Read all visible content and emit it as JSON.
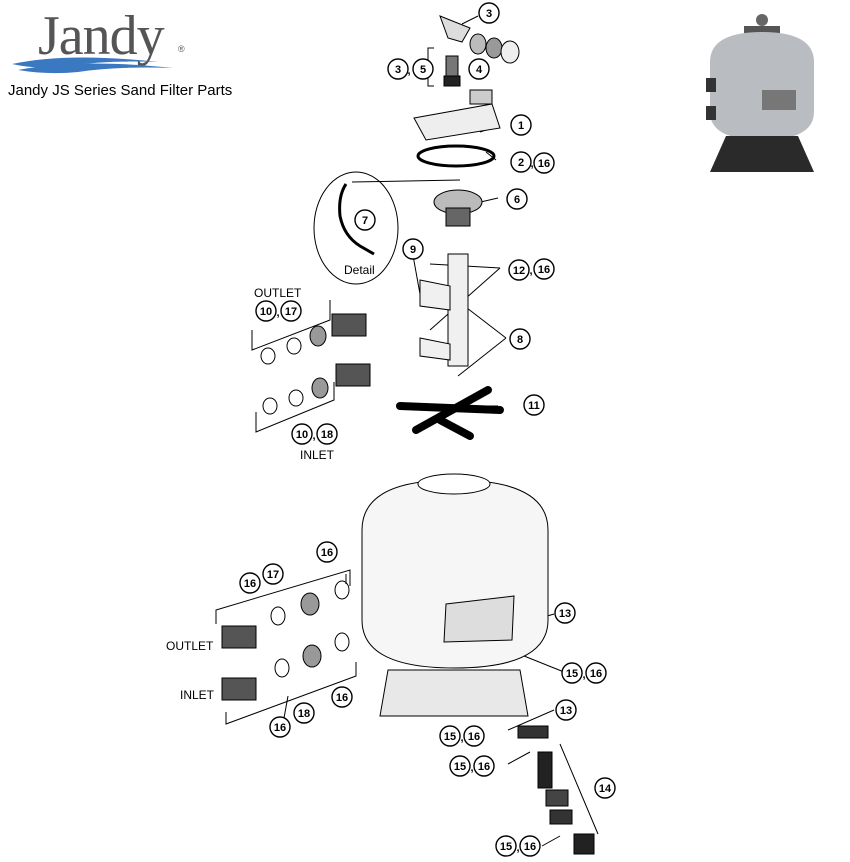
{
  "brand": {
    "name": "Jandy"
  },
  "header": {
    "title": "Jandy JS Series Sand Filter Parts"
  },
  "labels": {
    "detail": "Detail",
    "outlet_top": "OUTLET",
    "inlet_top": "INLET",
    "outlet_bottom": "OUTLET",
    "inlet_bottom": "INLET"
  },
  "callouts": {
    "c1": "1",
    "c2": "2",
    "c3a": "3",
    "c3b": "3",
    "c4": "4",
    "c5": "5",
    "c6": "6",
    "c7": "7",
    "c8": "8",
    "c9": "9",
    "c10a": "10",
    "c10b": "10",
    "c11": "11",
    "c12": "12",
    "c13a": "13",
    "c13b": "13",
    "c14": "14",
    "c15a": "15",
    "c15b": "15",
    "c15c": "15",
    "c15d": "15",
    "c16a": "16",
    "c16b": "16",
    "c16c": "16",
    "c16d": "16",
    "c16e": "16",
    "c16f": "16",
    "c16g": "16",
    "c16h": "16",
    "c16i": "16",
    "c17a": "17",
    "c17b": "17",
    "c18a": "18",
    "c18b": "18",
    "comma": ","
  },
  "colors": {
    "line": "#000000",
    "part_dark": "#222222",
    "part_mid": "#888888",
    "part_light": "#d8d8d8",
    "tank": "#f2f2f2"
  }
}
